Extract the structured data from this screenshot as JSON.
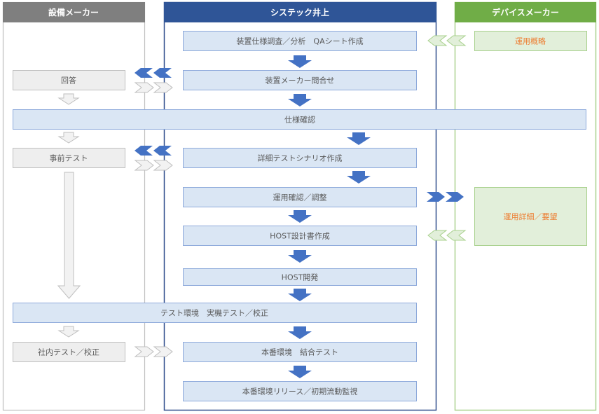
{
  "colors": {
    "gray_header": "#7f7f7f",
    "gray_border": "#bfbfbf",
    "gray_box": "#eeeeee",
    "gray_text": "#595959",
    "blue_header": "#2f5597",
    "blue_border": "#2f4d8c",
    "blue_box": "#dae6f4",
    "blue_box_border": "#8eaadb",
    "blue_arrow": "#4472c4",
    "green_header": "#70ad47",
    "green_border": "#a9d18e",
    "green_box": "#e2efda",
    "orange_text": "#ed7d31",
    "header_text": "#ffffff"
  },
  "columns": {
    "equipment_maker": "設備メーカー",
    "system_tech": "システック井上",
    "device_maker": "デバイスメーカー"
  },
  "boxes": {
    "survey": "装置仕様調査／分析　QAシート作成",
    "operation_overview": "運用概略",
    "answer": "回答",
    "inquiry": "装置メーカー問合せ",
    "spec_confirm": "仕様確認",
    "pre_test": "事前テスト",
    "scenario": "詳細テストシナリオ作成",
    "ops_confirm": "運用確認／調整",
    "ops_detail": "運用詳細／要望",
    "host_design": "HOST設計書作成",
    "host_dev": "HOST開発",
    "test_env": "テスト環境　実機テスト／校正",
    "internal_test": "社内テスト／校正",
    "prod_test": "本番環境　結合テスト",
    "release": "本番環境リリース／初期流動監視"
  }
}
